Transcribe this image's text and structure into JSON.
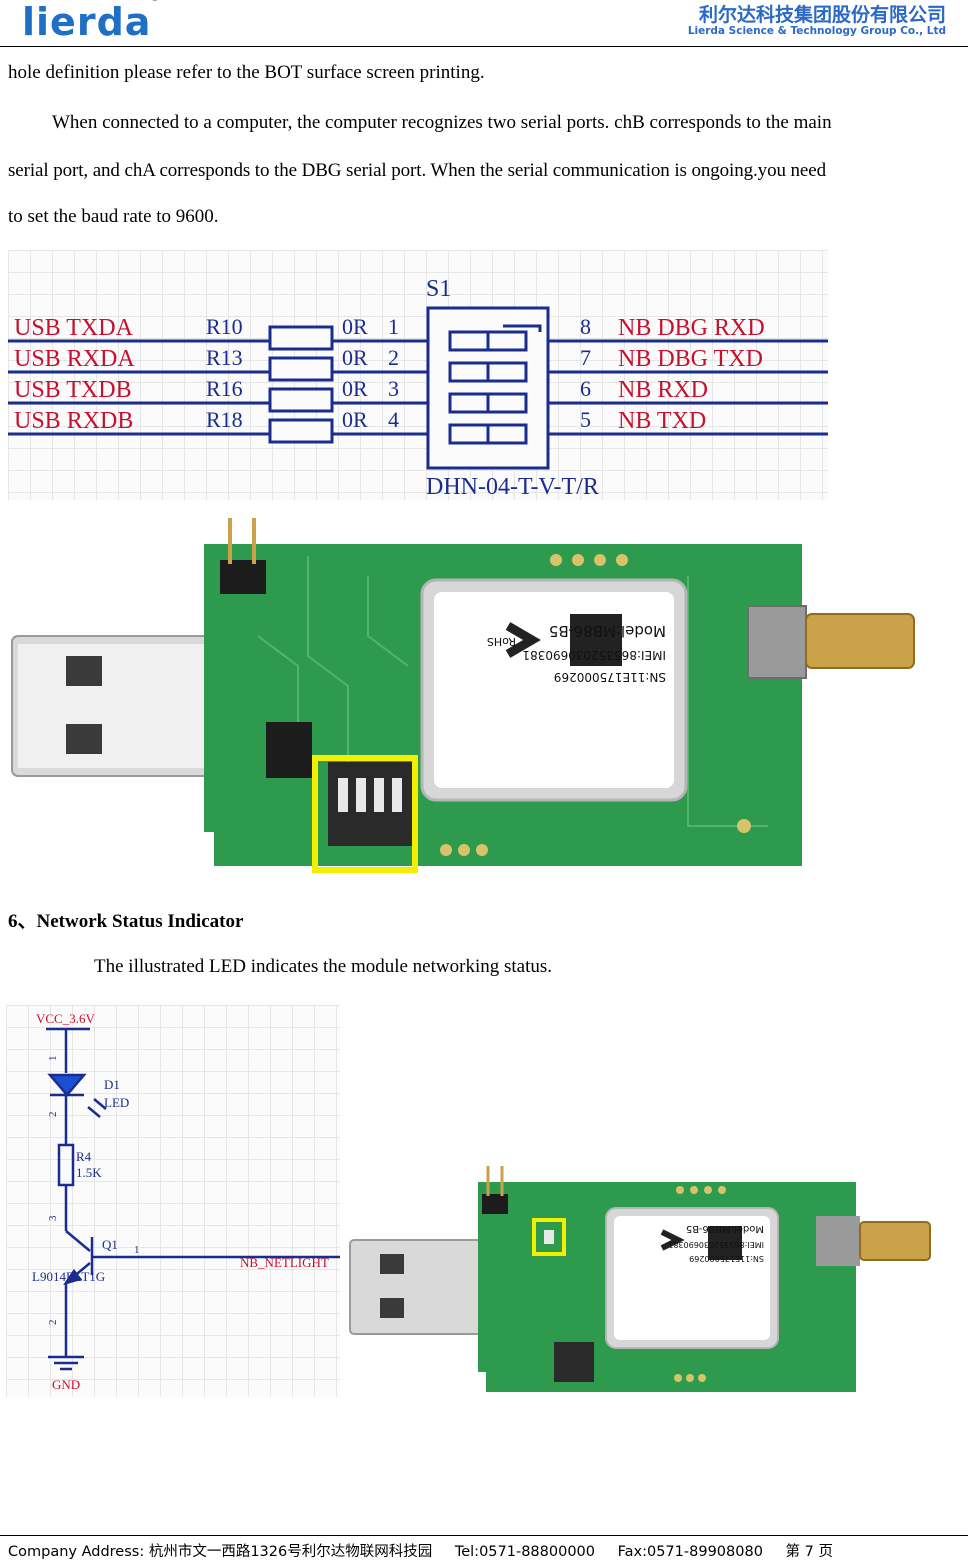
{
  "header": {
    "logo": "lierda",
    "company_cn": "利尔达科技集团股份有限公司",
    "company_en": "Lierda Science & Technology Group Co., Ltd"
  },
  "body": {
    "line1": "hole definition please refer to the BOT surface screen printing.",
    "line2": "When connected to a computer, the computer recognizes two serial ports. chB corresponds to the main",
    "line3": "serial port, and chA corresponds to the DBG serial port. When the serial communication is ongoing.you need",
    "line4": "to set the baud rate to 9600.",
    "heading": "6、Network Status Indicator",
    "caption": "The illustrated LED indicates the module networking status."
  },
  "schematic1": {
    "ref": "S1",
    "part": "DHN-04-T-V-T/R",
    "rows": [
      {
        "left": "USB  TXDA",
        "res": "R10",
        "val": "0R",
        "pin_l": "1",
        "pin_r": "8",
        "right": "NB  DBG  RXD"
      },
      {
        "left": "USB  RXDA",
        "res": "R13",
        "val": "0R",
        "pin_l": "2",
        "pin_r": "7",
        "right": "NB  DBG  TXD"
      },
      {
        "left": "USB  TXDB",
        "res": "R16",
        "val": "0R",
        "pin_l": "3",
        "pin_r": "6",
        "right": "NB  RXD"
      },
      {
        "left": "USB  RXDB",
        "res": "R18",
        "val": "0R",
        "pin_l": "4",
        "pin_r": "5",
        "right": "NB  TXD"
      }
    ]
  },
  "board": {
    "model": "Model:MB86-B5",
    "imei": "IMEI:865352030690381",
    "sn": "SN:11E175000269",
    "rohs": "RoHS"
  },
  "schematic2": {
    "vcc": "VCC_3.6V",
    "d1": "D1",
    "led": "LED",
    "r4": "R4",
    "r4val": "1.5K",
    "q1": "Q1",
    "q1part": "L9014RLT1G",
    "net": "NB_NETLIGHT",
    "gnd": "GND",
    "pin1": "1",
    "pin2": "2",
    "pin3": "3",
    "pin1b": "1",
    "pin2b": "2"
  },
  "footer": {
    "address": "Company Address:  杭州市文一西路1326号利尔达物联网科技园",
    "tel": "Tel:0571-88800000",
    "fax": "Fax:0571-89908080",
    "page": "第 7 页"
  },
  "colors": {
    "brand_blue": "#2a69c8",
    "schematic_red": "#c8102e",
    "schematic_blue": "#1a2d8f",
    "pcb_green": "#2e9a4e",
    "highlight_yellow": "#f2ef00"
  }
}
